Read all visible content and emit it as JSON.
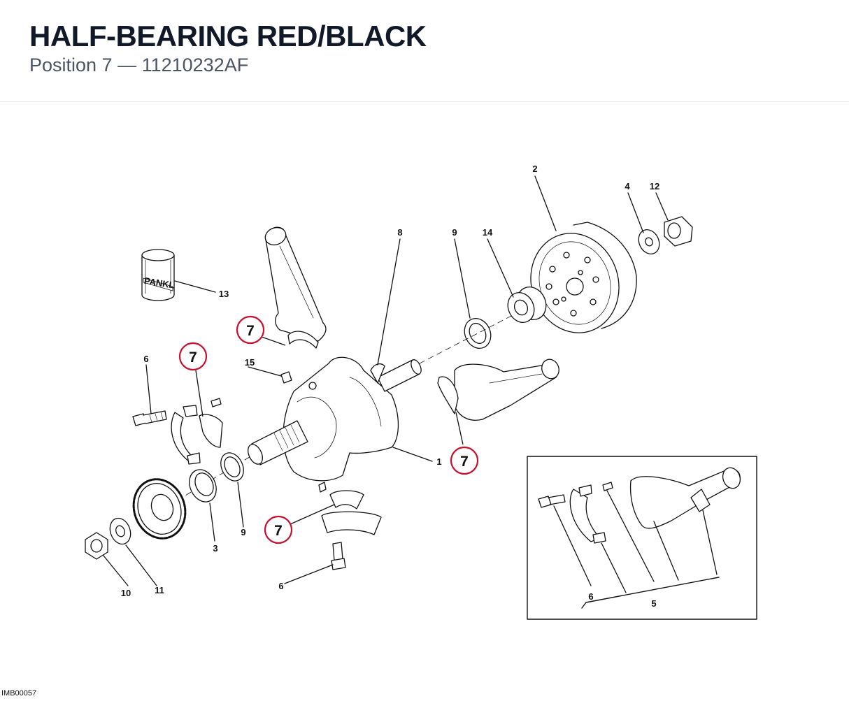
{
  "header": {
    "title": "HALF-BEARING RED/BLACK",
    "subtitle": "Position 7 — 11210232AF"
  },
  "diagram": {
    "brand_text": "PANKL",
    "image_code": "IMB00057",
    "highlight_color": "#c8102e",
    "highlight_label": "7",
    "labels": {
      "l1": "1",
      "l2": "2",
      "l3": "3",
      "l4": "4",
      "l5": "5",
      "l6a": "6",
      "l6b": "6",
      "l6c": "6",
      "l8": "8",
      "l9a": "9",
      "l9b": "9",
      "l10": "10",
      "l11": "11",
      "l12": "12",
      "l13": "13",
      "l14": "14",
      "l15": "15"
    }
  }
}
